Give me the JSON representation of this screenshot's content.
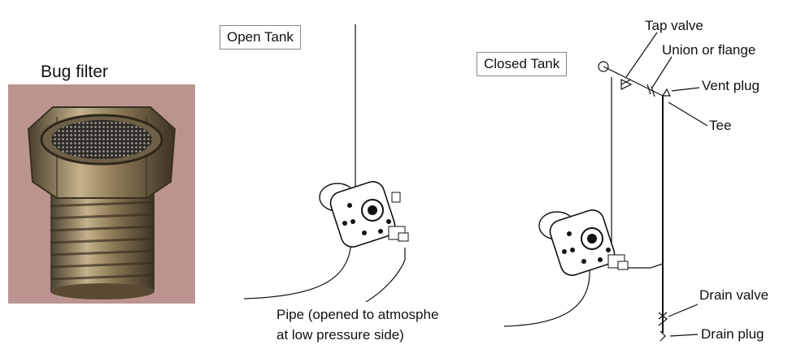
{
  "bug_filter": {
    "title": "Bug filter"
  },
  "open_tank": {
    "title": "Open Tank",
    "pipe_note_line1": "Pipe (opened to atmosphe",
    "pipe_note_line2": "at low pressure side)"
  },
  "closed_tank": {
    "title": "Closed Tank",
    "labels": {
      "tap_valve": "Tap valve",
      "union_flange": "Union or flange",
      "vent_plug": "Vent plug",
      "tee": "Tee",
      "drain_valve": "Drain valve",
      "drain_plug": "Drain plug"
    }
  },
  "colors": {
    "photo_bg": "#b88f8c",
    "metal": "#8a7a5c",
    "line": "#111111"
  }
}
